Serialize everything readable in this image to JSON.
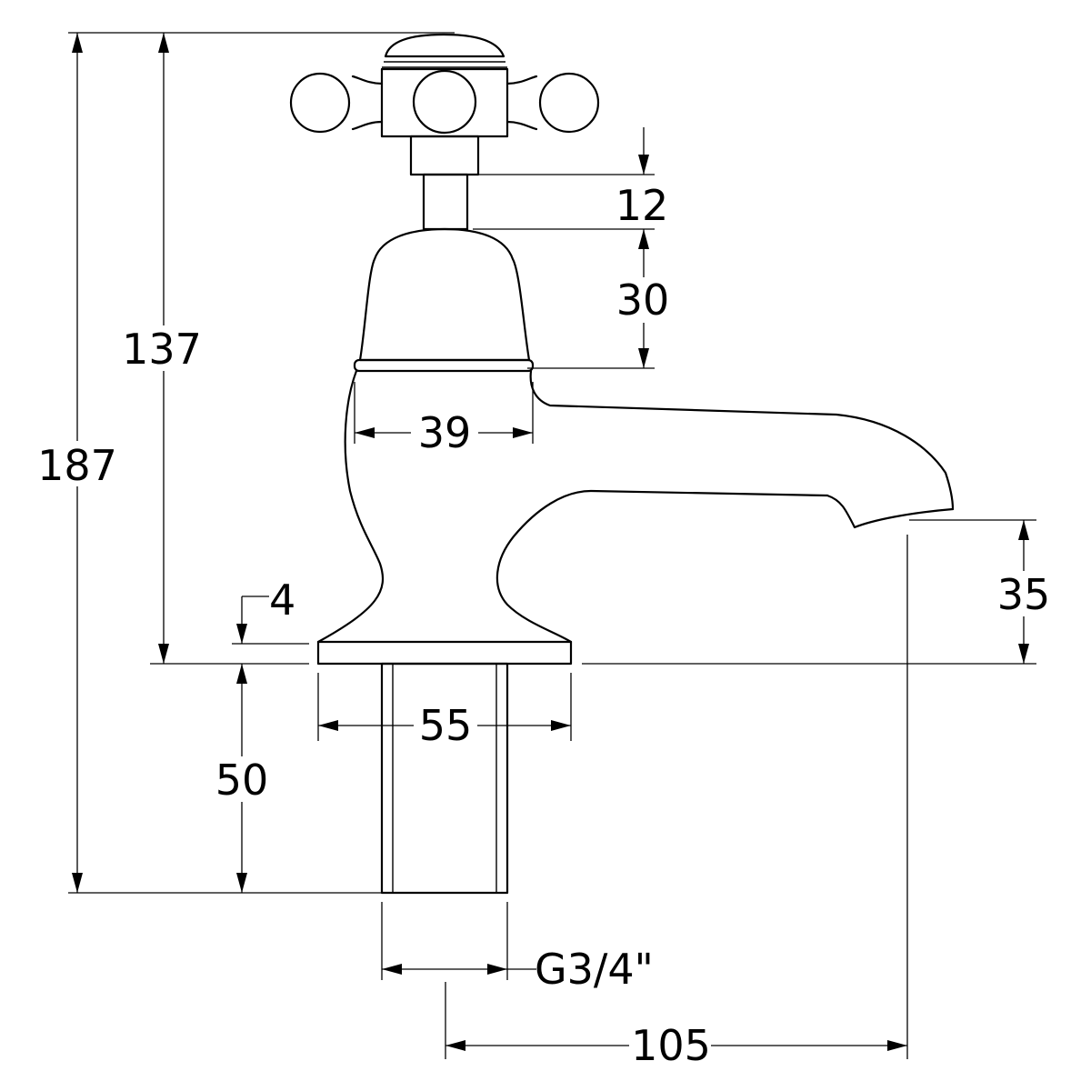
{
  "diagram": {
    "dimensions": {
      "overall_height": "187",
      "height_above_deck": "137",
      "shank_length": "50",
      "headgear_gap": "12",
      "shroud_height": "30",
      "body_width": "39",
      "base_width": "55",
      "base_thickness": "4",
      "spout_height": "35",
      "spout_reach": "105",
      "thread": "G3/4\""
    }
  }
}
